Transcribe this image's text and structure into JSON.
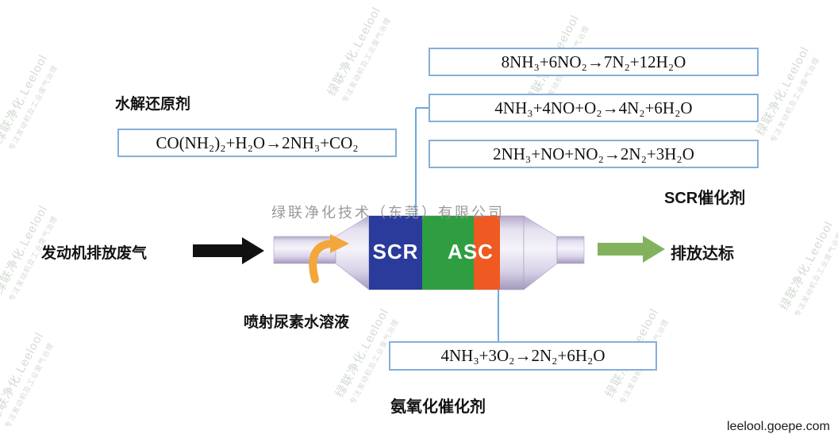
{
  "equations": {
    "top": [
      "8NH₃+6NO₂→7N₂+12H₂O",
      "4NH₃+4NO+O₂→4N₂+6H₂O",
      "2NH₃+NO+NO₂→2N₂+3H₂O"
    ],
    "hydrolysis": "CO(NH₂)₂+H₂O→2NH₃+CO₂",
    "ammonia_oxidation": "4NH₃+3O₂→2N₂+6H₂O"
  },
  "labels": {
    "hydrolysis_agent": "水解还原剂",
    "scr_catalyst": "SCR催化剂",
    "engine_exhaust": "发动机排放废气",
    "urea_injection": "喷射尿素水溶液",
    "emission_ok": "排放达标",
    "ammonia_oxidation_catalyst": "氨氧化催化剂"
  },
  "converter": {
    "scr_label": "SCR",
    "asc_label": "ASC"
  },
  "watermark": {
    "brand": "绿联净化.Leelool",
    "slogan": "专注发动机及工业废气治理",
    "company": "绿联净化技术（东莞）有限公司",
    "site": "leelool.goepe.com"
  },
  "colors": {
    "box_border": "#85afd9",
    "scr_band": "#2a3b9b",
    "mid_band": "#2f9e41",
    "asc_band": "#ee5a22",
    "exhaust_arrow": "#111111",
    "clean_arrow": "#83b25f",
    "urea_arrow": "#f3a73a",
    "connector": "#6fa8dc"
  }
}
